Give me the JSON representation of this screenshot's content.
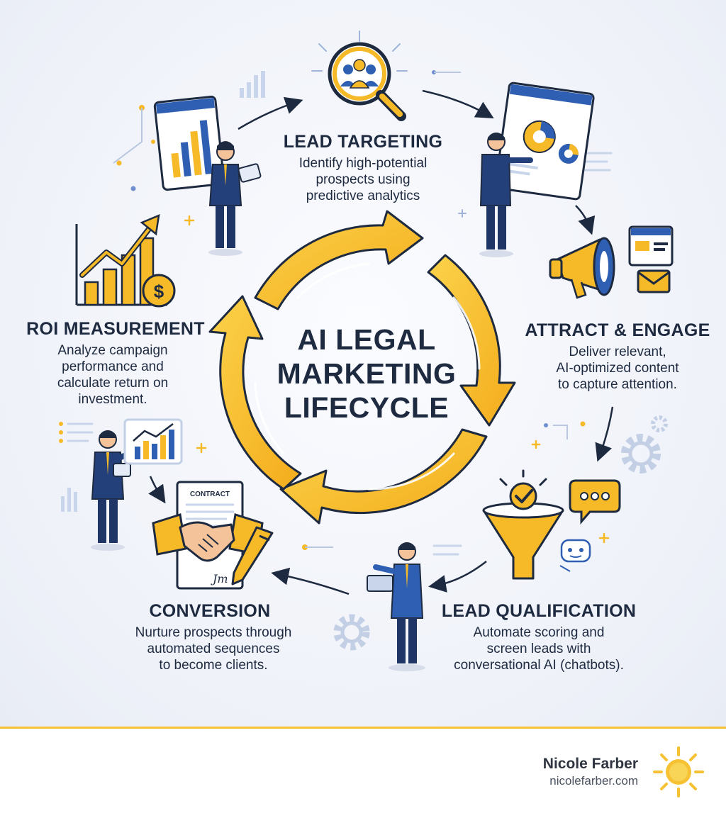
{
  "center": {
    "line1": "AI LEGAL",
    "line2": "MARKETING",
    "line3": "LIFECYCLE"
  },
  "stages": [
    {
      "title": "LEAD TARGETING",
      "desc": [
        "Identify high-potential",
        "prospects using",
        "predictive analytics"
      ]
    },
    {
      "title": "ATTRACT & ENGAGE",
      "desc": [
        "Deliver relevant,",
        "AI-optimized content",
        "to capture attention."
      ]
    },
    {
      "title": "LEAD QUALIFICATION",
      "desc": [
        "Automate scoring and",
        "screen leads with",
        "conversational AI (chatbots)."
      ]
    },
    {
      "title": "CONVERSION",
      "desc": [
        "Nurture prospects through",
        "automated sequences",
        "to become clients."
      ]
    },
    {
      "title": "ROI MEASUREMENT",
      "desc": [
        "Analyze campaign",
        "performance and",
        "calculate return on",
        "investment."
      ]
    }
  ],
  "contract_label": "CONTRACT",
  "signature": "Jm",
  "dollar_sign": "$",
  "footer": {
    "name": "Nicole Farber",
    "url": "nicolefarber.com"
  },
  "colors": {
    "accent_yellow": "#f6b928",
    "navy": "#1e2a40",
    "blue": "#2f5fb3"
  }
}
